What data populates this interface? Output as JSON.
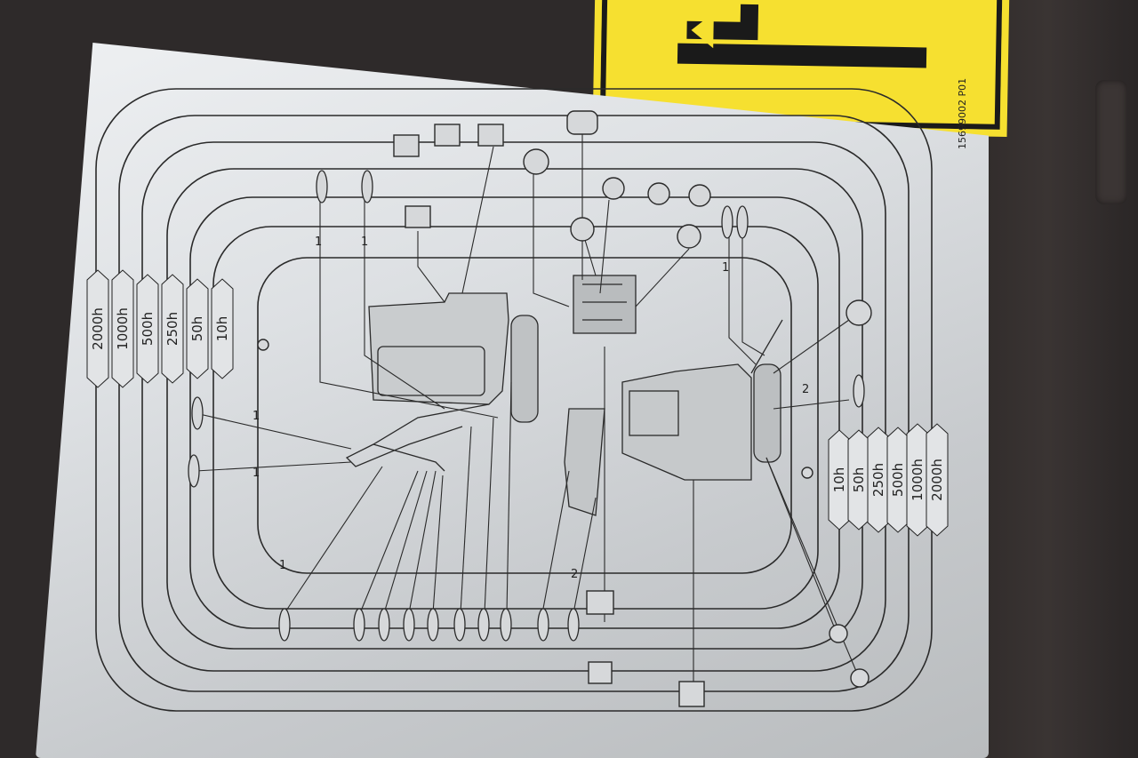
{
  "plate_code": "15699002 P01",
  "intervals_left": [
    "2000h",
    "1000h",
    "500h",
    "250h",
    "50h",
    "10h"
  ],
  "intervals_right": [
    "10h",
    "50h",
    "250h",
    "500h",
    "1000h",
    "2000h"
  ],
  "markers": [
    "1",
    "1",
    "1",
    "1",
    "1",
    "1",
    "2",
    "2"
  ],
  "colors": {
    "plate": "#dfe2e5",
    "warning_sign": "#f6e030",
    "background": "#2e2a2a",
    "line": "#222222"
  }
}
